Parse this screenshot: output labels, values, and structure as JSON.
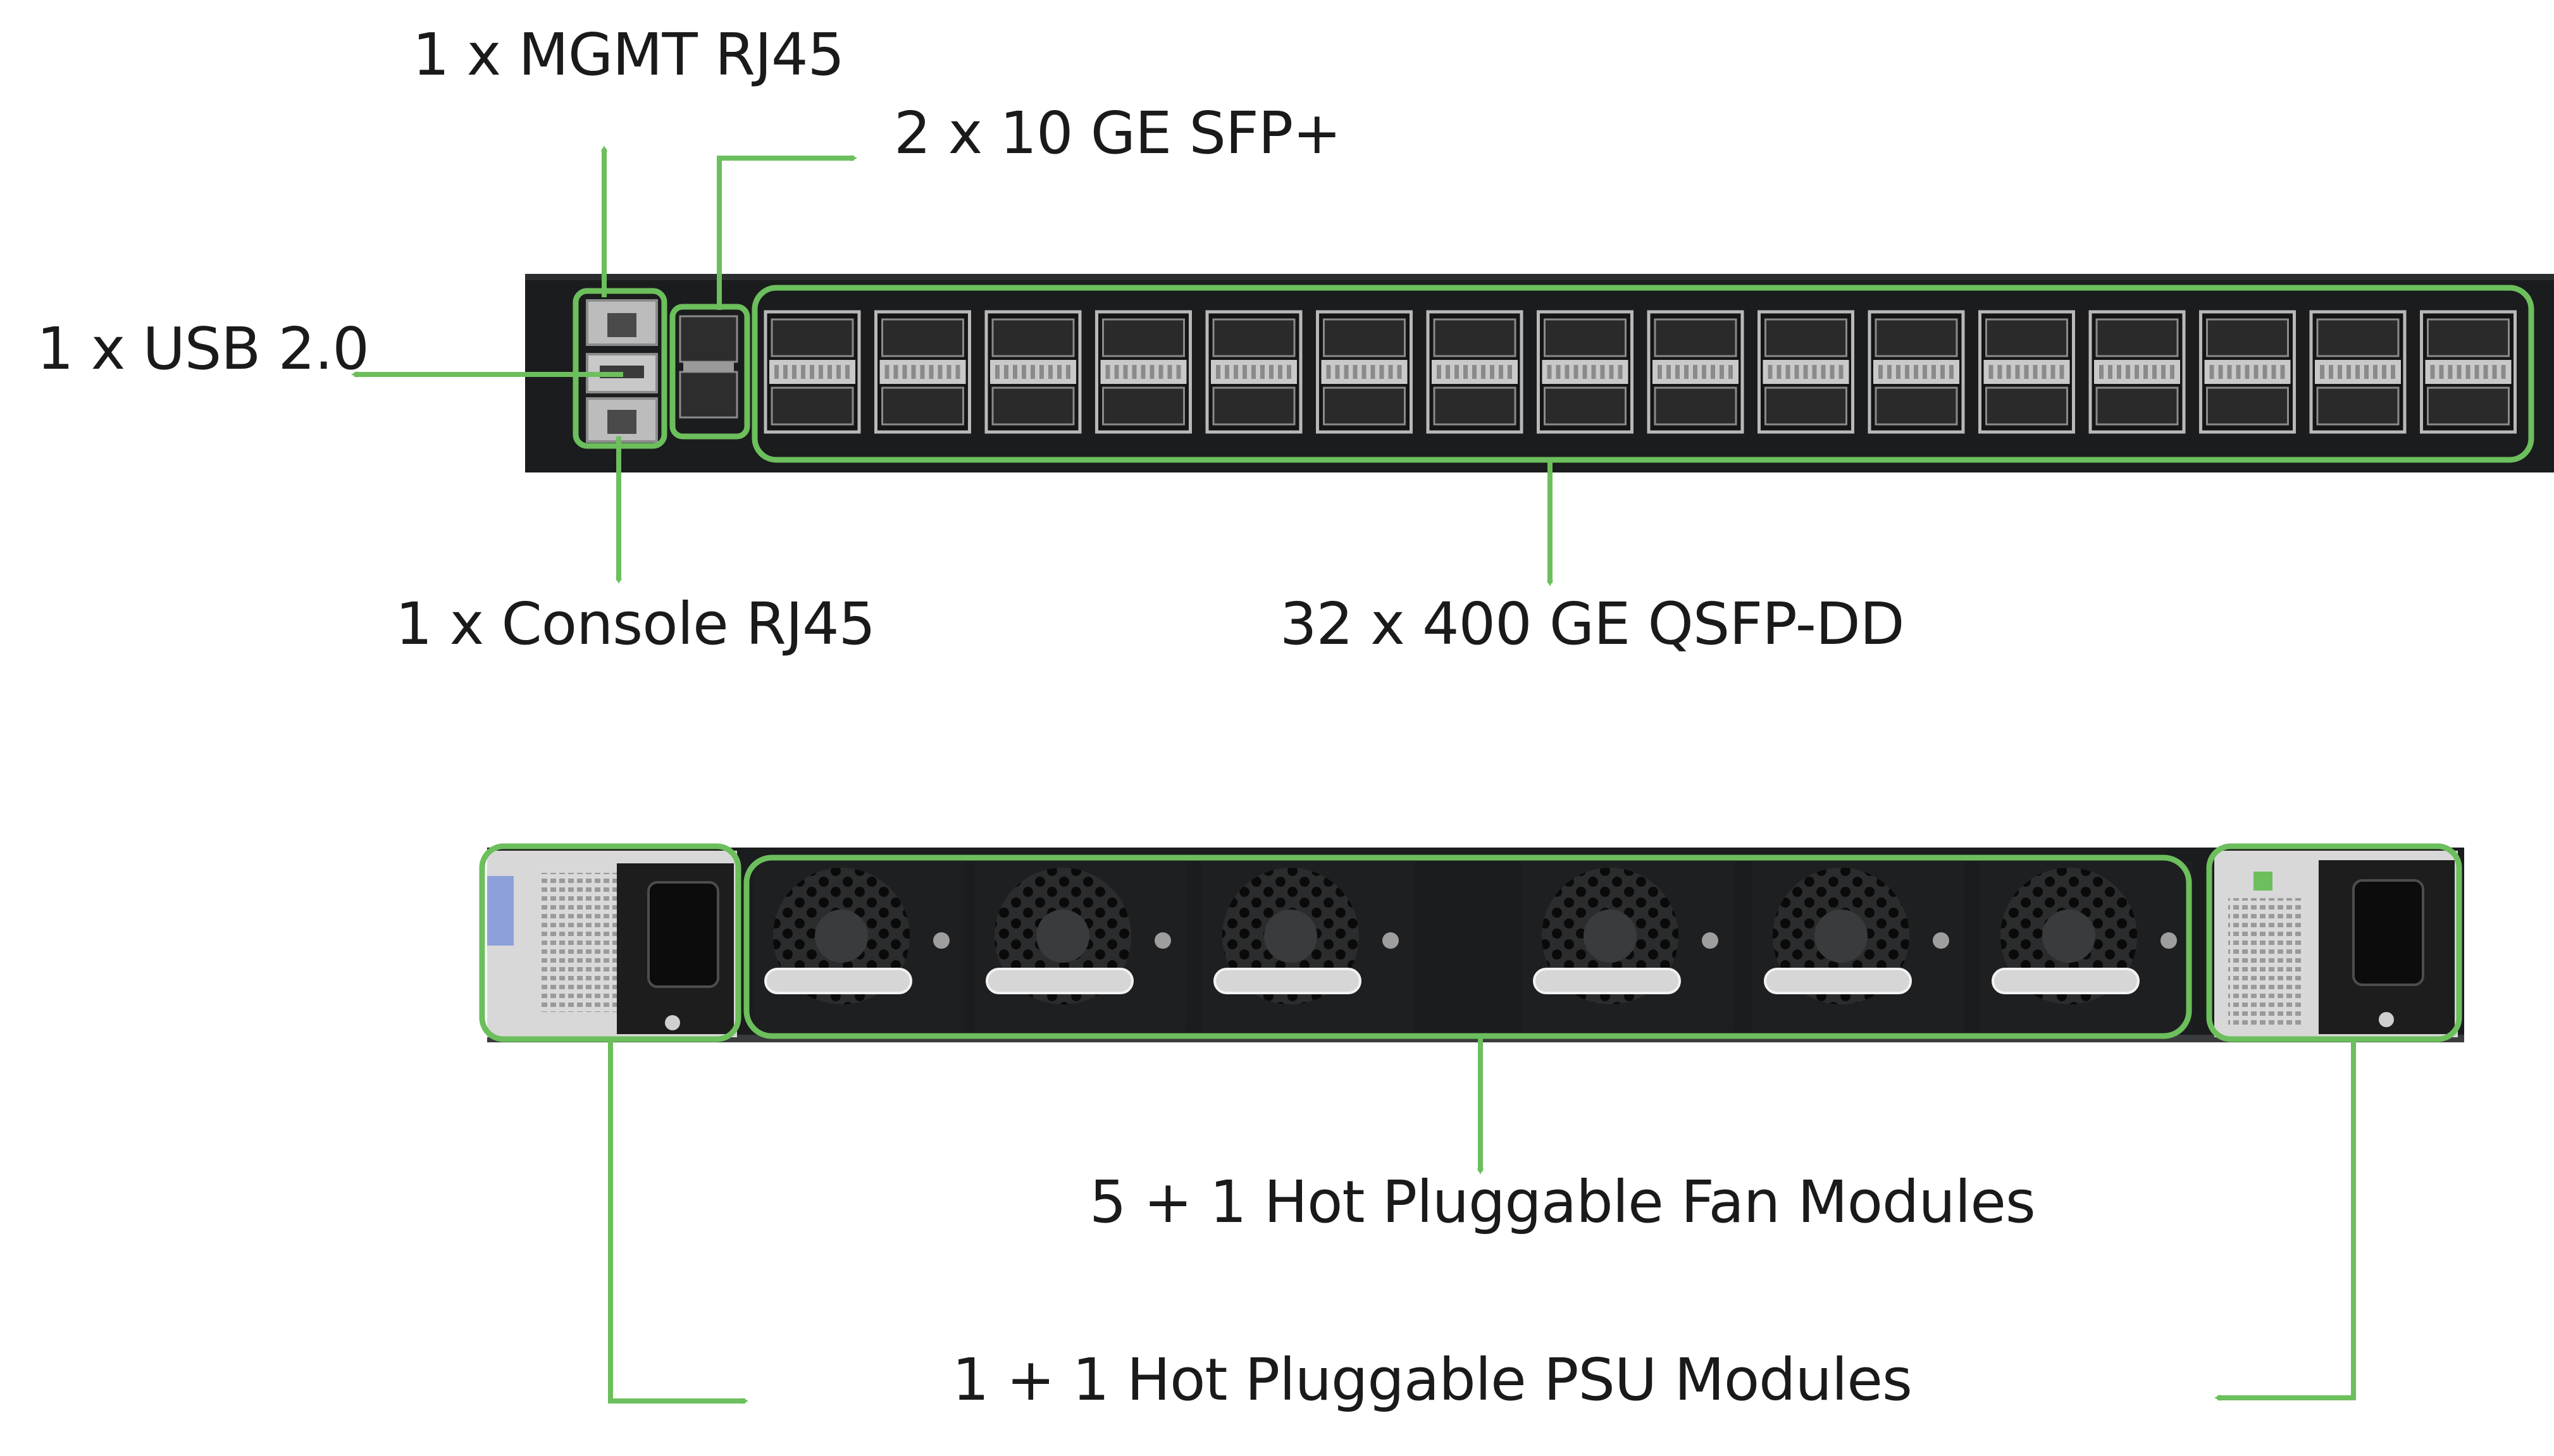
{
  "front_panel": {
    "labels": {
      "mgmt": "1 x MGMT RJ45",
      "sfp": "2 x 10 GE SFP+",
      "usb": "1 x USB 2.0",
      "console": "1 x Console RJ45",
      "qsfp": "32 x 400 GE QSFP-DD"
    },
    "qsfp_cages": 16
  },
  "rear_panel": {
    "labels": {
      "fans": "5 + 1 Hot Pluggable Fan Modules",
      "psu": "1 + 1 Hot Pluggable PSU Modules"
    },
    "fan_modules": 6,
    "psu_modules": 2
  },
  "colors": {
    "accent": "#6cbf5c",
    "chassis": "#1b1c1d",
    "text": "#1a1a1a"
  }
}
